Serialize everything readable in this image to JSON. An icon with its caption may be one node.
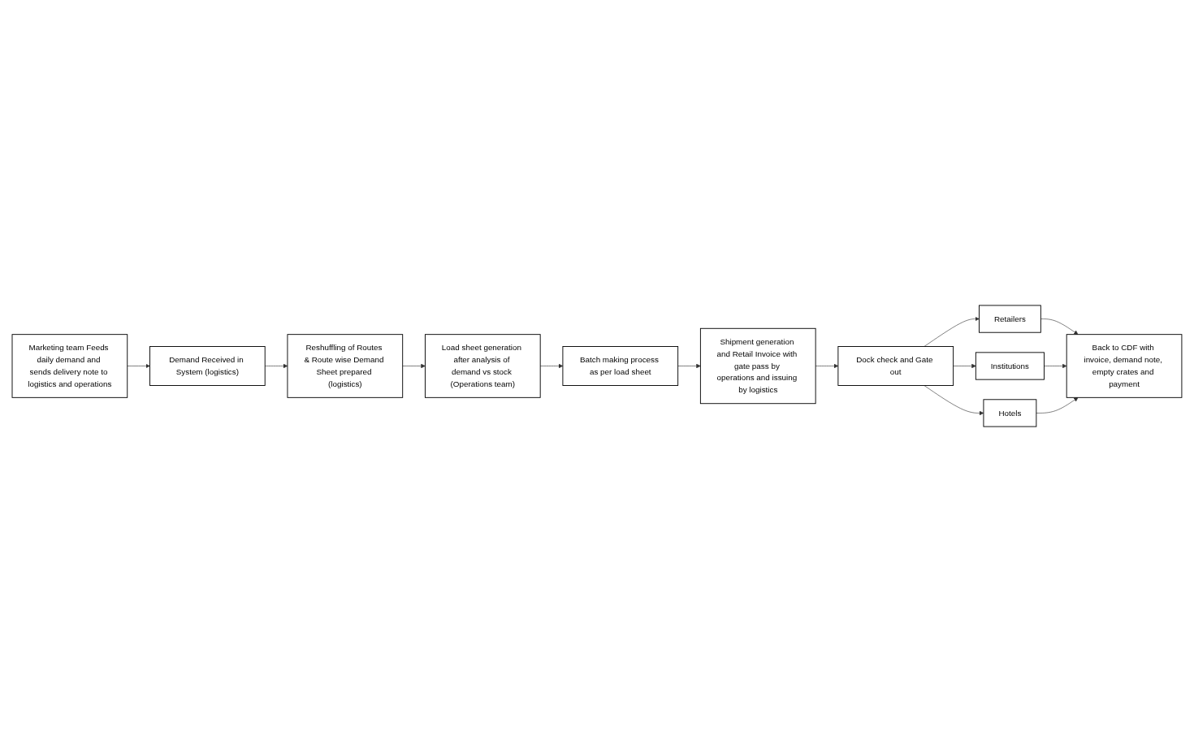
{
  "diagram": {
    "nodes": [
      {
        "text": [
          "Marketing team Feeds daily demand and sends delivery note to logistics and operations"
        ]
      },
      {
        "text": [
          "Demand Received in System (logistics)"
        ]
      },
      {
        "text": [
          "Reshuffling of Routes & Route wise Demand Sheet prepared (logistics)"
        ]
      },
      {
        "text": [
          "Load sheet generation after analysis of demand vs stock (Operations team)"
        ]
      },
      {
        "text": [
          "Batch making process as per load sheet"
        ]
      },
      {
        "text": [
          "Shipment generation and Retail Invoice with gate pass by operations and issuing by logistics"
        ]
      },
      {
        "text": [
          "Dock check and Gate out"
        ]
      },
      {
        "text": [
          "Retailers"
        ]
      },
      {
        "text": [
          "Institutions"
        ]
      },
      {
        "text": [
          "Hotels"
        ]
      },
      {
        "text": [
          "Back to CDF with invoice, demand note, empty crates and payment"
        ]
      }
    ],
    "edges": [
      {
        "from": 0,
        "to": 1,
        "arrow": "to"
      },
      {
        "from": 1,
        "to": 2,
        "arrow": "to"
      },
      {
        "from": 2,
        "to": 3,
        "arrow": "to"
      },
      {
        "from": 3,
        "to": 4,
        "arrow": "to"
      },
      {
        "from": 4,
        "to": 5,
        "arrow": "to"
      },
      {
        "from": 5,
        "to": 6,
        "arrow": "to"
      },
      {
        "from": 6,
        "to": 7,
        "arrow": "to"
      },
      {
        "from": 6,
        "to": 8,
        "arrow": "to"
      },
      {
        "from": 6,
        "to": 9,
        "arrow": "to"
      },
      {
        "from": 7,
        "to": 10,
        "arrow": "to"
      },
      {
        "from": 8,
        "to": 10,
        "arrow": "to"
      },
      {
        "from": 9,
        "to": 10,
        "arrow": "to"
      }
    ]
  }
}
